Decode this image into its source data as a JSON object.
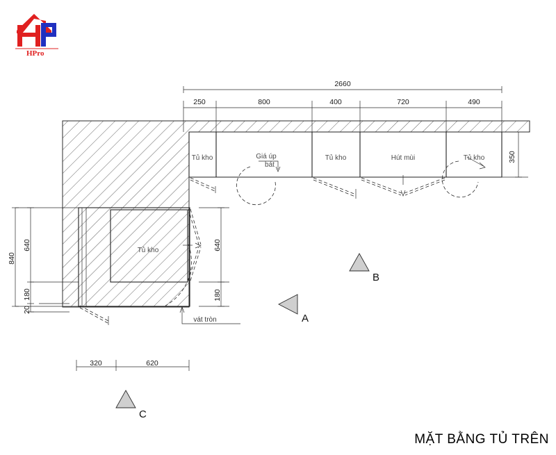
{
  "logo": {
    "brand_text": "HPro",
    "house_color": "#e02020",
    "letter_h_color": "#e02020",
    "letter_p_color": "#2030c0",
    "name": "hpro-logo"
  },
  "title": {
    "text": "MẶT BẰNG TỦ TRÊN"
  },
  "top_dimensions": {
    "overall": "2660",
    "segments": [
      "250",
      "800",
      "400",
      "720",
      "490"
    ]
  },
  "right_dimensions": {
    "depth": "350"
  },
  "left_dimensions": {
    "overall": "840",
    "segments": [
      "640",
      "180",
      "20"
    ]
  },
  "inner_right_dimensions": {
    "segments": [
      "640",
      "180"
    ]
  },
  "bottom_dimensions": {
    "segments": [
      "320",
      "620"
    ]
  },
  "cabinets_top_row": [
    {
      "label": "Tủ kho"
    },
    {
      "label": "Giá úp",
      "label_line2": "bát"
    },
    {
      "label": "Tủ kho"
    },
    {
      "label": "Hút mùi"
    },
    {
      "label": "Tủ kho"
    }
  ],
  "cabinet_left": {
    "label": "Tủ kho"
  },
  "annotations": {
    "bevel_note": "vát tròn"
  },
  "view_markers": [
    {
      "id": "A",
      "direction": "left"
    },
    {
      "id": "B",
      "direction": "up"
    },
    {
      "id": "C",
      "direction": "up"
    }
  ],
  "colors": {
    "line": "#2b2b2b",
    "hatch": "#2e2e2e",
    "marker_fill": "#cfcfcf",
    "label_text": "#4a4a4a"
  }
}
